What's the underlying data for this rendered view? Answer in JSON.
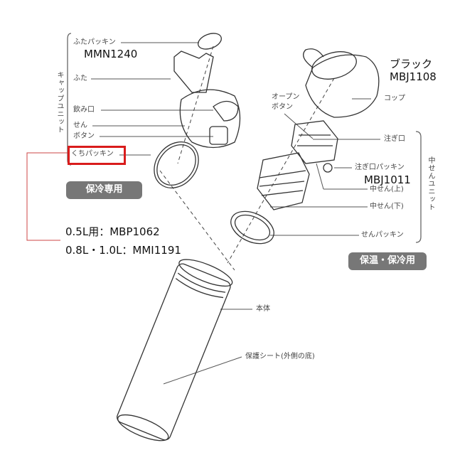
{
  "cap_unit": {
    "title": "キャップユニット",
    "parts": {
      "lid_packing": "ふたパッキン",
      "lid_packing_code": "MMN1240",
      "lid": "ふた",
      "mouthpiece": "飲み口",
      "stopper": "せん",
      "button": "ボタン",
      "mouth_packing": "くちパッキン"
    },
    "badge": "保冷専用"
  },
  "mouth_packing_codes": {
    "small": "0.5L用：MBP1062",
    "large": "0.8L・1.0L：MMI1191"
  },
  "cup": {
    "color": "ブラック",
    "code": "MBJ1108",
    "label": "コップ"
  },
  "open_button": {
    "line1": "オープン",
    "line2": "ボタン"
  },
  "inner_unit": {
    "title": "中せんユニット",
    "parts": {
      "spout": "注ぎ口",
      "spout_packing": "注ぎ口パッキン",
      "spout_packing_code": "MBJ1011",
      "inner_upper": "中せん(上)",
      "inner_lower": "中せん(下)",
      "stopper_packing": "せんパッキン"
    },
    "badge": "保温・保冷用"
  },
  "body": {
    "label": "本体",
    "bottom_sheet": "保護シート(外側の底)"
  },
  "colors": {
    "highlight": "#d91c1c",
    "badge": "#777777"
  }
}
